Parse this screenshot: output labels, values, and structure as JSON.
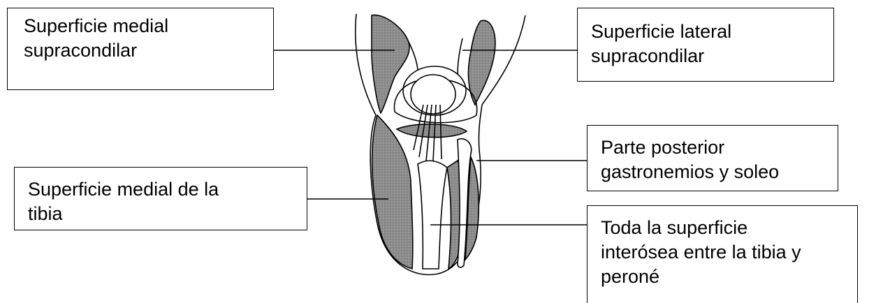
{
  "diagram": {
    "image": "knee-and-lower-leg-anatomy-illustration",
    "labels": {
      "medial_supracondylar": "Superficie medial\nsupracondilar",
      "lateral_supracondylar": "Superficie lateral\nsupracondilar",
      "posterior_gastrocnemius": "Parte posterior\ngastronemios y soleo",
      "medial_tibia": "Superficie medial de la\ntibia",
      "interosseous": "Toda la superficie\ninterósea entre la tibia y\nperoné"
    }
  }
}
